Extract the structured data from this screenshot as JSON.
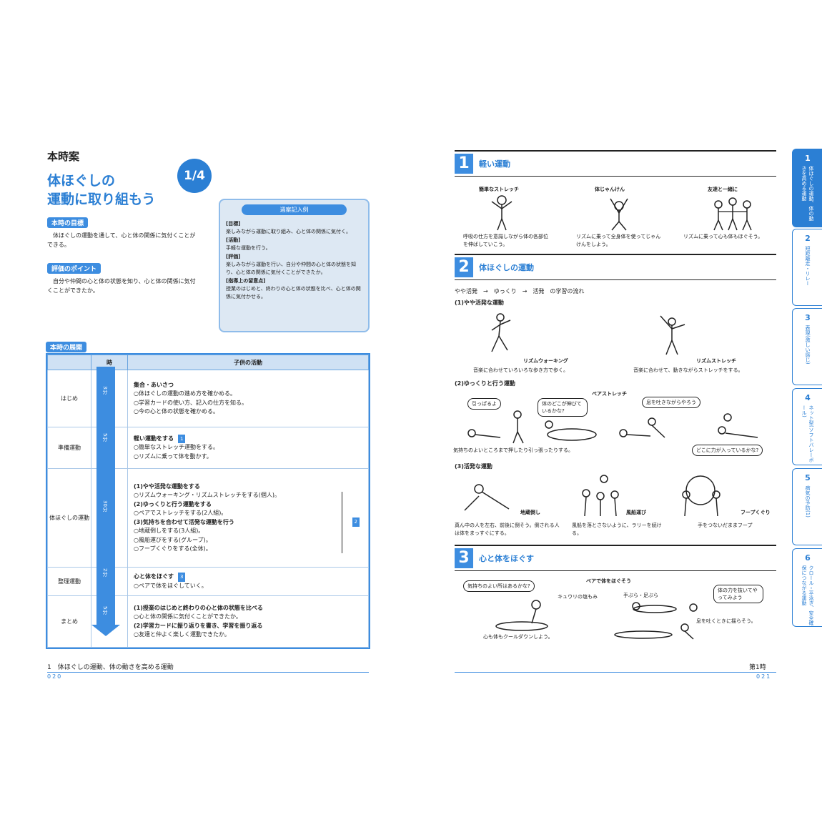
{
  "left_page": {
    "label": "本時案",
    "title_line1": "体ほぐしの",
    "title_line2": "運動に取り組もう",
    "fraction": "1/4",
    "goal_tag": "本時の目標",
    "goal_text": "体ほぐしの運動を通して、心と体の関係に気付くことができる。",
    "eval_tag": "評価のポイント",
    "eval_text": "自分や仲間の心と体の状態を知り、心と体の関係に気付くことができたか。",
    "plan_box": {
      "header": "週案記入例",
      "goal_h": "[目標]",
      "goal_t": "楽しみながら運動に取り組み、心と体の関係に気付く。",
      "act_h": "[活動]",
      "act_t": "手軽な運動を行う。",
      "eval_h": "[評価]",
      "eval_t": "楽しみながら運動を行い、自分や仲間の心と体の状態を知り、心と体の関係に気付くことができたか。",
      "note_h": "[指導上の留意点]",
      "note_t": "授業のはじめと、終わりの心と体の状態を比べ、心と体の関係に気付かせる。"
    },
    "flow_tag": "本時の展開",
    "table_headers": {
      "time": "時",
      "activity": "子供の活動"
    },
    "rows": [
      {
        "phase": "はじめ",
        "time": "3分",
        "lines": [
          "集合・あいさつ",
          "○体ほぐしの運動の進め方を確かめる。",
          "○学習カードの使い方、記入の仕方を知る。",
          "○今の心と体の状態を確かめる。"
        ]
      },
      {
        "phase": "準備運動",
        "time": "5分",
        "lines": [
          "軽い運動をする",
          "○簡単なストレッチ運動をする。",
          "○リズムに乗って体を動かす。"
        ],
        "ref": "1"
      },
      {
        "phase": "体ほぐしの運動",
        "time": "30分",
        "lines": [
          "(1)やや活発な運動をする",
          "○リズムウォーキング・リズムストレッチをする(個人)。",
          "(2)ゆっくりと行う運動をする",
          "○ペアでストレッチをする(2人組)。",
          "(3)気持ちを合わせて活発な運動を行う",
          "○地蔵倒しをする(3人組)。",
          "○風船運びをする(グループ)。",
          "○フープくぐりをする(全体)。"
        ],
        "ref": "2"
      },
      {
        "phase": "整理運動",
        "time": "2分",
        "lines": [
          "心と体をほぐす",
          "○ペアで体をほぐしていく。"
        ],
        "ref": "3"
      },
      {
        "phase": "まとめ",
        "time": "5分",
        "lines": [
          "(1)授業のはじめと終わりの心と体の状態を比べる",
          "○心と体の関係に気付くことができたか。",
          "(2)学習カードに振り返りを書き、学習を振り返る",
          "○友達と仲よく楽しく運動できたか。"
        ]
      }
    ],
    "footer": "1　体ほぐしの運動、体の動きを高める運動",
    "page_no": "020"
  },
  "right_page": {
    "sec1": {
      "num": "1",
      "title": "軽い運動",
      "items": [
        {
          "label": "簡単なストレッチ",
          "cap": "呼吸の仕方を意識しながら体の各部位を伸ばしていこう。"
        },
        {
          "label": "体じゃんけん",
          "cap": "リズムに乗って全身体を使ってじゃんけんをしよう。"
        },
        {
          "label": "友達と一緒に",
          "cap": "リズムに乗って心も体もほぐそう。"
        }
      ]
    },
    "sec2": {
      "num": "2",
      "title": "体ほぐしの運動",
      "flow": "やや活発　→　ゆっくり　→　活発　の学習の流れ",
      "sub1": "(1)やや活発な運動",
      "rw_label": "リズムウォーキング",
      "rw_cap": "音楽に合わせていろいろな歩き方で歩く。",
      "rs_label": "リズムストレッチ",
      "rs_cap": "音楽に合わせて、動きながらストレッチをする。",
      "sub2": "(2)ゆっくりと行う運動",
      "pair_label": "ペアストレッチ",
      "b1": "引っぱるよ",
      "b2": "体のどこが伸びているかな?",
      "b3": "息を吐きながらやろう",
      "b4": "どこに力が入っているかな?",
      "pair_cap": "気持ちのよいところまで押したり引っ張ったりする。",
      "sub3": "(3)活発な運動",
      "j_label": "地蔵倒し",
      "j_cap": "真ん中の人を左右、前後に倒そう。倒される人は体をまっすぐにする。",
      "f_label": "風船運び",
      "f_cap": "風船を落とさないように、ラリーを続ける。",
      "h_label": "フープくぐり",
      "h_cap": "手をつないだままフープ"
    },
    "sec3": {
      "num": "3",
      "title": "心と体をほぐす",
      "label": "ペアで体をほぐそう",
      "b1": "気持ちのよい所はあるかな?",
      "b2": "体の力を抜いてやってみよう",
      "c1": "キュウリの塩もみ",
      "c2": "手ぶら・足ぶら",
      "cap1": "心も体もクールダウンしよう。",
      "cap2": "息を吐くときに揺らそう。"
    },
    "footer": "第1時",
    "page_no": "021"
  },
  "side_tabs": [
    {
      "num": "1",
      "text": "体ほぐしの運動、体の動きを高める運動",
      "active": true
    },
    {
      "num": "2",
      "text": "短距離走・リレー"
    },
    {
      "num": "3",
      "text": "表現(激しい感じ)"
    },
    {
      "num": "4",
      "text": "ネット型(ソフトバレーボール)"
    },
    {
      "num": "5",
      "text": "病気の予防(1)"
    },
    {
      "num": "6",
      "text": "クロール・平泳ぎ、安全確保につながる運動"
    }
  ]
}
